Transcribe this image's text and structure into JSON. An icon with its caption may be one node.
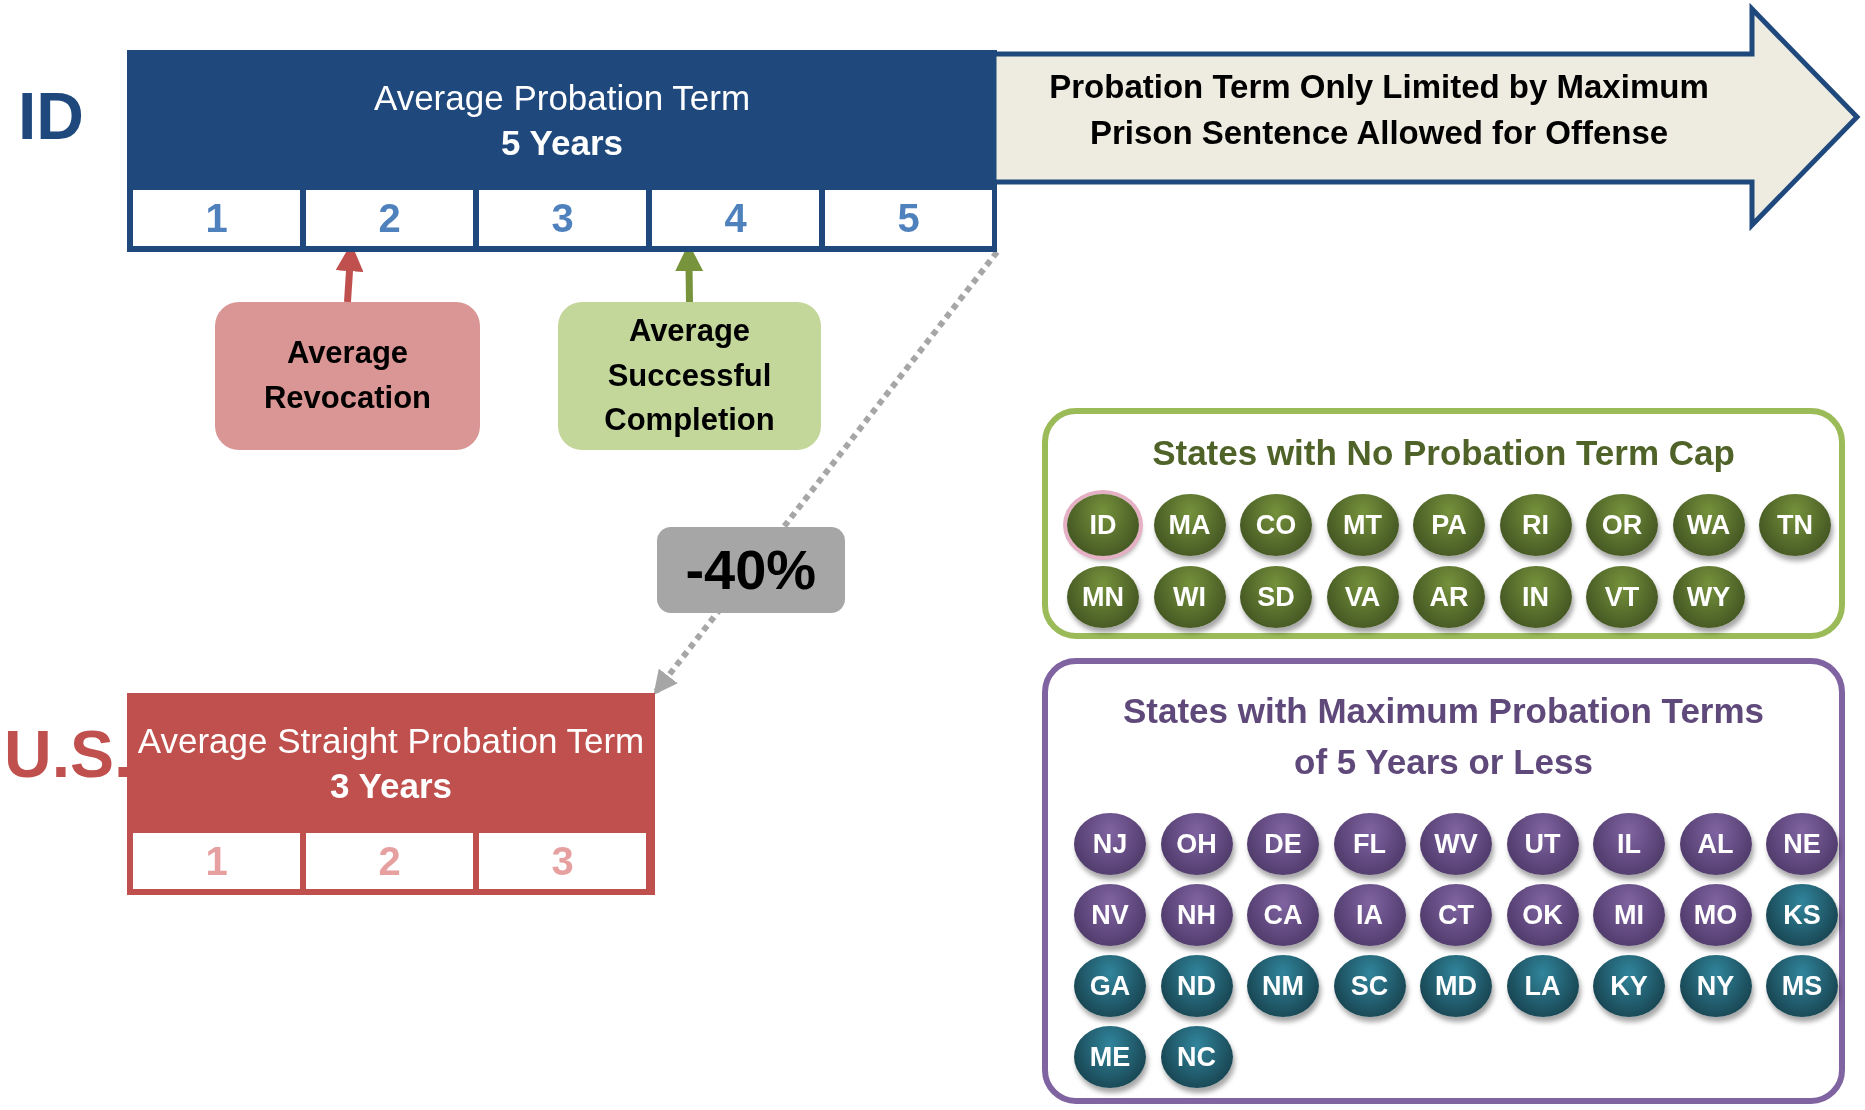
{
  "diagram": {
    "nodes": [
      {
        "text": [
          "Average Probation Term",
          "5 Years"
        ]
      },
      {
        "text": [
          "1"
        ],
        "in": 0
      },
      {
        "text": [
          "2"
        ],
        "in": 0
      },
      {
        "text": [
          "3"
        ],
        "in": 0
      },
      {
        "text": [
          "4"
        ],
        "in": 0
      },
      {
        "text": [
          "5"
        ],
        "in": 0
      },
      {
        "text": [
          "Probation Term Only Limited by Maximum Prison Sentence Allowed for Offense"
        ]
      },
      {
        "text": [
          "Average Revocation"
        ]
      },
      {
        "text": [
          "Average Successful Completion"
        ]
      },
      {
        "text": [
          "Average Straight Probation Term **3 Years**"
        ]
      },
      {
        "text": [
          "1"
        ],
        "in": 9
      },
      {
        "text": [
          "2"
        ],
        "in": 9
      },
      {
        "text": [
          "3"
        ],
        "in": 9
      },
      {
        "text": [
          "States with No Probation Term Cap"
        ]
      },
      {
        "text": [
          "ID"
        ],
        "in": 13
      },
      {
        "text": [
          "MA"
        ],
        "in": 13
      },
      {
        "text": [
          "CO"
        ],
        "in": 13
      },
      {
        "text": [
          "MT"
        ],
        "in": 13
      },
      {
        "text": [
          "PA"
        ],
        "in": 13
      },
      {
        "text": [
          "RI"
        ],
        "in": 13
      },
      {
        "text": [
          "OR"
        ],
        "in": 13
      },
      {
        "text": [
          "WA"
        ],
        "in": 13
      },
      {
        "text": [
          "TN"
        ],
        "in": 13
      },
      {
        "text": [
          "MN"
        ],
        "in": 13
      },
      {
        "text": [
          "WI"
        ],
        "in": 13
      },
      {
        "text": [
          "SD"
        ],
        "in": 13
      },
      {
        "text": [
          "VA"
        ],
        "in": 13
      },
      {
        "text": [
          "AR"
        ],
        "in": 13
      },
      {
        "text": [
          "IN"
        ],
        "in": 13
      },
      {
        "text": [
          "VT"
        ],
        "in": 13
      },
      {
        "text": [
          "WY"
        ],
        "in": 13
      },
      {
        "text": [
          "States with Maximum Probation Terms of 5 Years or Less"
        ]
      },
      {
        "text": [
          "NJ"
        ],
        "in": 31
      },
      {
        "text": [
          "OH"
        ],
        "in": 31
      },
      {
        "text": [
          "DE"
        ],
        "in": 31
      },
      {
        "text": [
          "FL"
        ],
        "in": 31
      },
      {
        "text": [
          "WV"
        ],
        "in": 31
      },
      {
        "text": [
          "UT"
        ],
        "in": 31
      },
      {
        "text": [
          "IL"
        ],
        "in": 31
      },
      {
        "text": [
          "AL"
        ],
        "in": 31
      },
      {
        "text": [
          "NE"
        ],
        "in": 31
      },
      {
        "text": [
          "NV"
        ],
        "in": 31
      },
      {
        "text": [
          "NH"
        ],
        "in": 31
      },
      {
        "text": [
          "CA"
        ],
        "in": 31
      },
      {
        "text": [
          "IA"
        ],
        "in": 31
      },
      {
        "text": [
          "CT"
        ],
        "in": 31
      },
      {
        "text": [
          "OK"
        ],
        "in": 31
      },
      {
        "text": [
          "MI"
        ],
        "in": 31
      },
      {
        "text": [
          "MO"
        ],
        "in": 31
      },
      {
        "text": [
          "KS"
        ],
        "in": 31
      },
      {
        "text": [
          "GA"
        ],
        "in": 31
      },
      {
        "text": [
          "ND"
        ],
        "in": 31
      },
      {
        "text": [
          "NM"
        ],
        "in": 31
      },
      {
        "text": [
          "SC"
        ],
        "in": 31
      },
      {
        "text": [
          "MD"
        ],
        "in": 31
      },
      {
        "text": [
          "LA"
        ],
        "in": 31
      },
      {
        "text": [
          "KY"
        ],
        "in": 31
      },
      {
        "text": [
          "NY"
        ],
        "in": 31
      },
      {
        "text": [
          "MS"
        ],
        "in": 31
      },
      {
        "text": [
          "ME"
        ],
        "in": 31
      },
      {
        "text": [
          "NC"
        ],
        "in": 31
      }
    ],
    "edges": [
      {
        "from": 7,
        "to": 2,
        "arrow": "to",
        "color": "#c0504d"
      },
      {
        "from": 8,
        "to": 4,
        "arrow": "to",
        "color": "#77933c"
      },
      {
        "from": 0,
        "to": 9,
        "arrow": "to",
        "style": "dashed",
        "color": "#a6a6a6",
        "label": "-40%"
      }
    ],
    "labels": [
      "ID",
      "U.S."
    ]
  }
}
